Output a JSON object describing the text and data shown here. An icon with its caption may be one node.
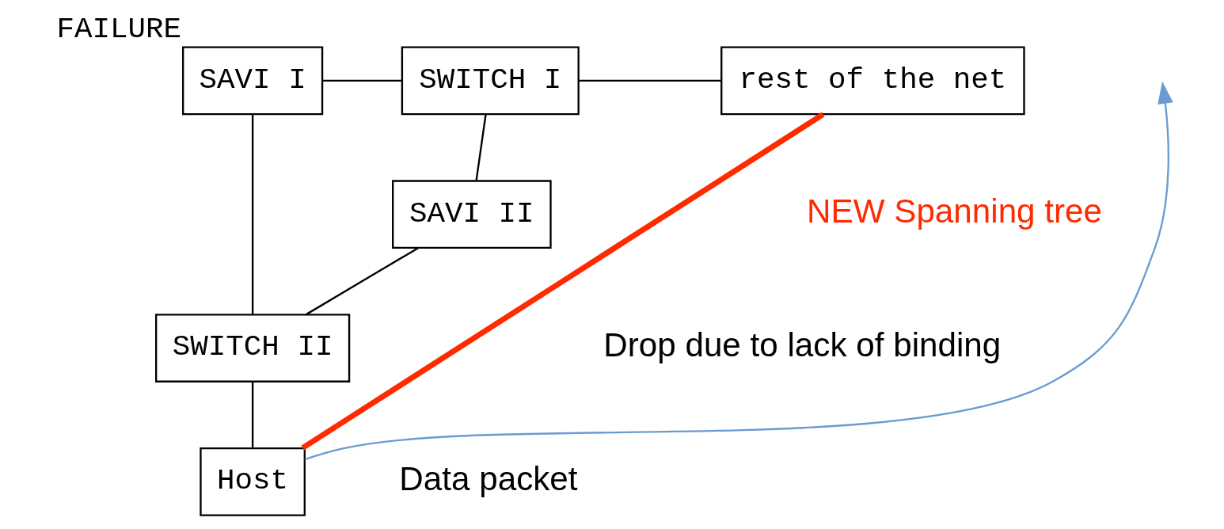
{
  "diagram": {
    "nodes": [
      {
        "text": [
          "SAVI I"
        ],
        "beside": [
          "FAILURE"
        ]
      },
      {
        "text": [
          "SWITCH I"
        ]
      },
      {
        "text": [
          "rest of the net"
        ]
      },
      {
        "text": [
          "SAVI II"
        ]
      },
      {
        "text": [
          "SWITCH II"
        ]
      },
      {
        "text": [
          "Host"
        ]
      }
    ],
    "edges": [
      {
        "from": 0,
        "to": 1,
        "arrow": "none"
      },
      {
        "from": 1,
        "to": 2,
        "arrow": "none"
      },
      {
        "from": 1,
        "to": 3,
        "arrow": "none"
      },
      {
        "from": 0,
        "to": 4,
        "arrow": "none"
      },
      {
        "from": 3,
        "to": 4,
        "arrow": "none"
      },
      {
        "from": 4,
        "to": 5,
        "arrow": "none"
      },
      {
        "from": 5,
        "to": 2,
        "arrow": "none",
        "style": "thick",
        "color": "#ff2a00"
      },
      {
        "from": 5,
        "to": null,
        "arrow": "to",
        "color": "#6a9bd1"
      }
    ],
    "labels": [
      "NEW Spanning tree",
      "Drop due to lack of binding",
      "Data packet"
    ]
  }
}
